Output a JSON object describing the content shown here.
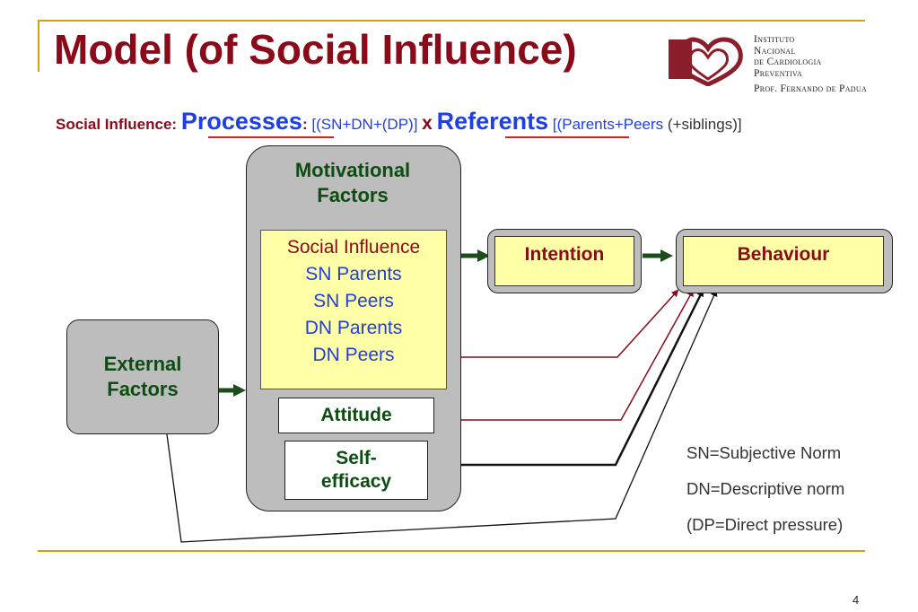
{
  "title": "Model (of Social Influence)",
  "logo": {
    "lines": [
      "Instituto",
      "Nacional",
      "de Cardiologia",
      "Preventiva"
    ],
    "subline": "Prof. Fernando de Padua"
  },
  "subtitle": {
    "label": "Social Influence:",
    "processes": "Processes",
    "colon": ":",
    "processes_detail": "[(SN+DN+(DP)]",
    "times": "x",
    "referents": "Referents",
    "referents_detail": "[(Parents+Peers",
    "siblings": "(+siblings)]"
  },
  "diagram": {
    "motivational_label_1": "Motivational",
    "motivational_label_2": "Factors",
    "social_influence": {
      "heading": "Social Influence",
      "items": [
        "SN Parents",
        "SN Peers",
        "DN Parents",
        "DN Peers"
      ]
    },
    "attitude": "Attitude",
    "self_efficacy_1": "Self-",
    "self_efficacy_2": "efficacy",
    "intention": "Intention",
    "behaviour": "Behaviour",
    "external_1": "External",
    "external_2": "Factors"
  },
  "legend": [
    "SN=Subjective Norm",
    "DN=Descriptive norm",
    "(DP=Direct pressure)"
  ],
  "page_number": "4",
  "colors": {
    "title": "#8b0a1a",
    "blue": "#1f3fe0",
    "dark_green": "#0d4d12",
    "yellow_box": "#ffffa8",
    "gray_box": "#bdbdbd",
    "gold_rule": "#d4a017",
    "crimson_line": "#8b0a1a"
  }
}
